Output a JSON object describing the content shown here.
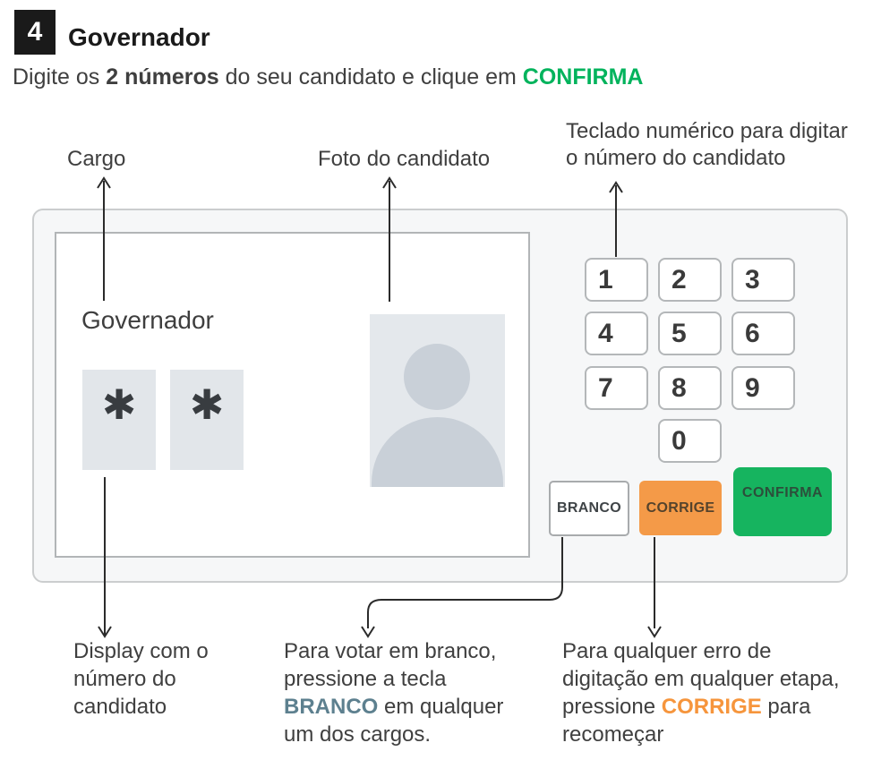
{
  "header": {
    "step_number": "4",
    "title": "Governador",
    "instruction": {
      "part1": "Digite os ",
      "bold": "2 números",
      "part2": " do seu candidato e clique em ",
      "action": "CONFIRMA"
    }
  },
  "callouts": {
    "cargo": "Cargo",
    "foto": "Foto do candidato",
    "teclado": [
      "Teclado numérico para digitar",
      "o número do candidato"
    ],
    "display": [
      "Display com o",
      "número do",
      "candidato"
    ],
    "branco": {
      "line1": "Para votar em branco,",
      "line2": "pressione a tecla",
      "key": "BRANCO",
      "line3_rest": " em qualquer",
      "line4": "um dos cargos."
    },
    "corrige": {
      "line1": "Para qualquer erro de",
      "line2": "digitação em qualquer etapa,",
      "line3_pre": "pressione ",
      "key": "CORRIGE",
      "line3_post": " para",
      "line4": "recomeçar"
    }
  },
  "machine": {
    "office_label": "Governador",
    "masked_digits": [
      "✱",
      "✱"
    ],
    "keypad": [
      "1",
      "2",
      "3",
      "4",
      "5",
      "6",
      "7",
      "8",
      "9",
      "0"
    ],
    "buttons": {
      "branco": "BRANCO",
      "corrige": "CORRIGE",
      "confirma": "CONFIRMA"
    }
  },
  "icons": {
    "person": "person-silhouette-icon",
    "arrow": "annotation-arrow"
  },
  "colors": {
    "green": "#00b35c",
    "orange": "#f6953c",
    "branco_label_blue": "#5d808f",
    "badge_black": "#1a1a1a",
    "confirma_button_green": "#16b45f",
    "corrige_button_orange": "#f49a48"
  }
}
